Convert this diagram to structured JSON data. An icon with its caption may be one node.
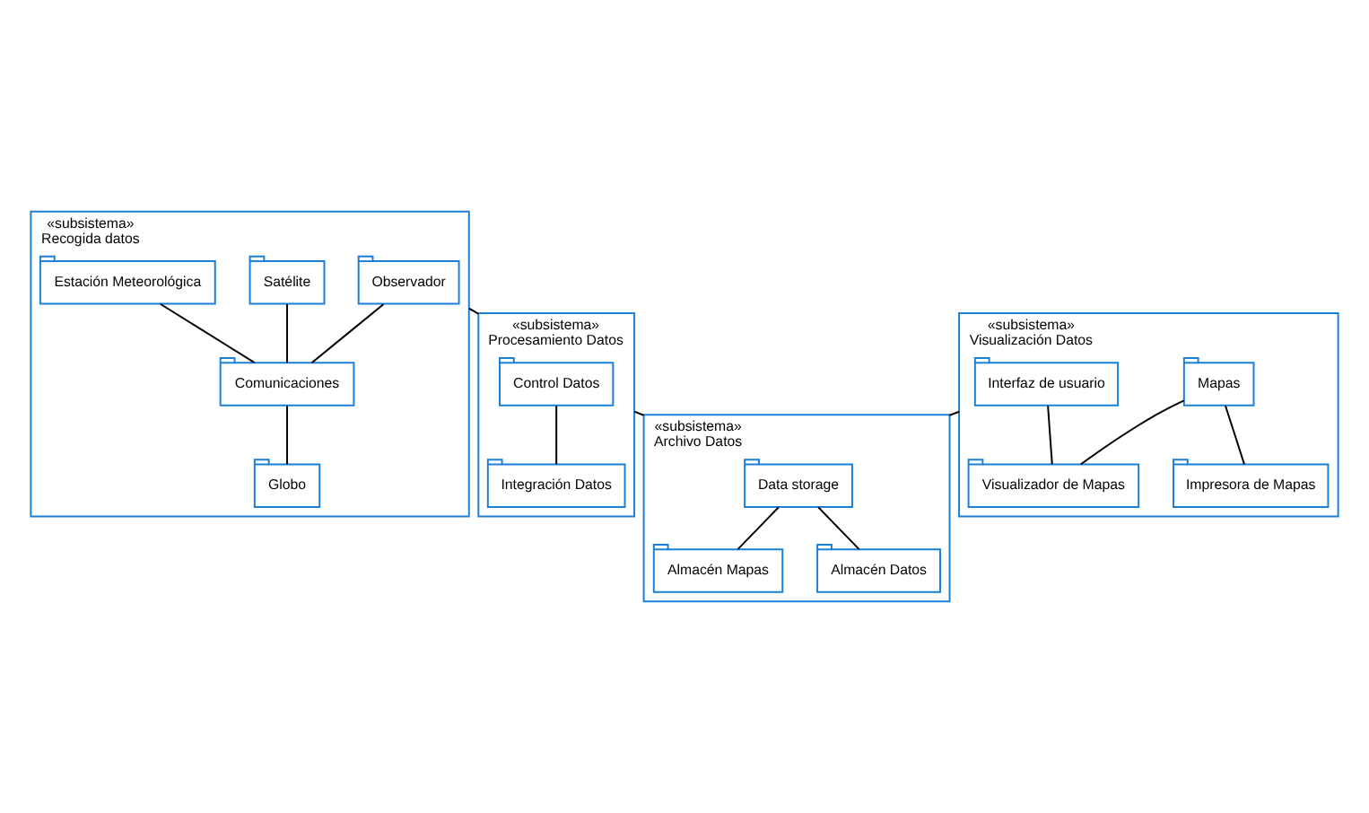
{
  "diagram": {
    "nodes": [
      {
        "text": [
          "«subsistema»",
          "Recogida datos"
        ]
      },
      {
        "text": [
          "Observador"
        ],
        "in": 0
      },
      {
        "text": [
          "Satélite"
        ],
        "in": 0
      },
      {
        "text": [
          "Comunicaciones"
        ],
        "in": 0
      },
      {
        "text": [
          "Estación Meteorológica"
        ],
        "in": 0
      },
      {
        "text": [
          "Globo"
        ],
        "in": 0
      },
      {
        "text": [
          "«subsistema»",
          "Visualización Datos"
        ]
      },
      {
        "text": [
          "Interfaz de usuario"
        ],
        "in": 6
      },
      {
        "text": [
          "Visualizador de Mapas"
        ],
        "in": 6
      },
      {
        "text": [
          "Mapas"
        ],
        "in": 6
      },
      {
        "text": [
          "Impresora de Mapas"
        ],
        "in": 6
      },
      {
        "text": [
          "«subsistema»",
          "Procesamiento Datos"
        ]
      },
      {
        "text": [
          "Control Datos"
        ],
        "in": 11
      },
      {
        "text": [
          "Integración Datos"
        ],
        "in": 11
      },
      {
        "text": [
          "«subsistema»",
          "Archivo Datos"
        ]
      },
      {
        "text": [
          "Data storage"
        ],
        "in": 14
      },
      {
        "text": [
          "Almacén Mapas"
        ],
        "in": 14
      },
      {
        "text": [
          "Almacén Datos"
        ],
        "in": 14
      }
    ],
    "edges": [
      {
        "from": 1,
        "to": 3,
        "arrow": "none"
      },
      {
        "from": 2,
        "to": 3,
        "arrow": "none"
      },
      {
        "from": 4,
        "to": 3,
        "arrow": "none"
      },
      {
        "from": 3,
        "to": 5,
        "arrow": "none"
      },
      {
        "from": 7,
        "to": 8,
        "arrow": "none"
      },
      {
        "from": 9,
        "to": 8,
        "arrow": "none"
      },
      {
        "from": 9,
        "to": 10,
        "arrow": "none"
      },
      {
        "from": 0,
        "to": 11,
        "arrow": "none"
      },
      {
        "from": 6,
        "to": 14,
        "arrow": "none"
      },
      {
        "from": 11,
        "to": 14,
        "arrow": "none"
      },
      {
        "from": 12,
        "to": 13,
        "arrow": "none"
      },
      {
        "from": 15,
        "to": 16,
        "arrow": "none"
      },
      {
        "from": 15,
        "to": 17,
        "arrow": "none"
      }
    ]
  }
}
